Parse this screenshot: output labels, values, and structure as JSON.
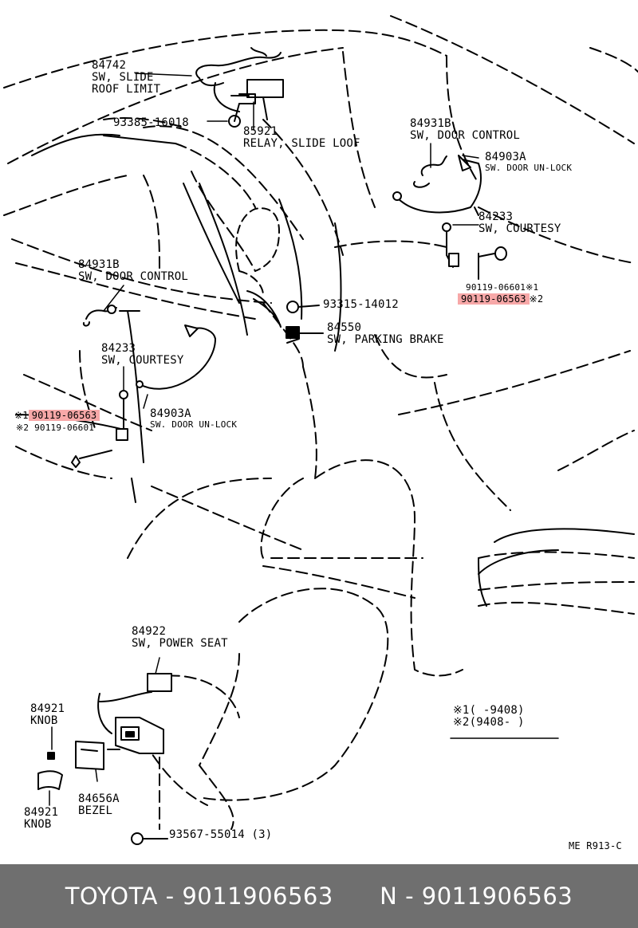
{
  "parts": {
    "p84742": {
      "num": "84742",
      "name1": "SW, SLIDE",
      "name2": "ROOF LIMIT"
    },
    "p93385": {
      "num": "93385-16018"
    },
    "p85921": {
      "num": "85921",
      "name": "RELAY, SLIDE LOOF"
    },
    "p84931b_right": {
      "num": "84931B",
      "name": "SW, DOOR CONTROL"
    },
    "p84903a_right": {
      "num": "84903A",
      "name": "SW. DOOR UN-LOCK"
    },
    "p84233_right": {
      "num": "84233",
      "name": "SW, COURTESY"
    },
    "p90119_06601_right": {
      "num": "90119-06601",
      "mark": "※1"
    },
    "p90119_06563_right": {
      "num": "90119-06563",
      "mark": "※2"
    },
    "p84931b_left": {
      "num": "84931B",
      "name": "SW, DOOR CONTROL"
    },
    "p93315": {
      "num": "93315-14012"
    },
    "p84550": {
      "num": "84550",
      "name": "SW, PARKING BRAKE"
    },
    "p84233_left": {
      "num": "84233",
      "name": "SW, COURTESY"
    },
    "p90119_06563_left": {
      "num": "90119-06563",
      "mark": "※1"
    },
    "p90119_06601_left": {
      "num": "90119-06601",
      "mark": "※2"
    },
    "p84903a_left": {
      "num": "84903A",
      "name": "SW. DOOR UN-LOCK"
    },
    "p84922": {
      "num": "84922",
      "name": "SW, POWER SEAT"
    },
    "p84921_top": {
      "num": "84921",
      "name": "KNOB"
    },
    "p84656a": {
      "num": "84656A",
      "name": "BEZEL"
    },
    "p84921_bottom": {
      "num": "84921",
      "name": "KNOB"
    },
    "p93567": {
      "num": "93567-55014 (3)"
    }
  },
  "legend": {
    "line1_mark": "※1",
    "line1_text": "(        -9408)",
    "line2_mark": "※2",
    "line2_text": "(9408-          )"
  },
  "ref_code": "ME R913-C",
  "highlight_color": "#f7a8a8",
  "footer": {
    "brand_text": "TOYOTA - 9011906563",
    "n_text": "N - 9011906563",
    "bg_color": "#6f6f6f"
  }
}
